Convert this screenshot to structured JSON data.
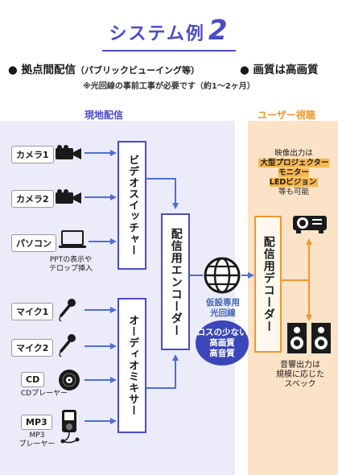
{
  "title": {
    "text": "システム例",
    "number": "2"
  },
  "bullets": [
    {
      "main": "拠点間配信",
      "paren": "（パブリックビューイング等）"
    },
    {
      "main": "画質は高画質",
      "paren": ""
    }
  ],
  "bullet_mark": "●",
  "note": "※光回線の事前工事が必要です（約1〜2ヶ月）",
  "left_section_label": "現地配信",
  "right_section_label": "ユーザー視聴",
  "sources": [
    {
      "label": "カメラ1",
      "icon": "video-camera-icon",
      "sub": ""
    },
    {
      "label": "カメラ2",
      "icon": "video-camera-icon",
      "sub": ""
    },
    {
      "label": "パソコン",
      "icon": "laptop-icon",
      "sub": "PPTの表示や\nテロップ挿入"
    },
    {
      "label": "マイク1",
      "icon": "microphone-icon",
      "sub": ""
    },
    {
      "label": "マイク2",
      "icon": "microphone-icon",
      "sub": ""
    },
    {
      "label": "CD",
      "icon": "cd-icon",
      "sub": "CDプレーヤー"
    },
    {
      "label": "MP3",
      "icon": "mp3-player-icon",
      "sub": "MP3\nプレーヤー"
    }
  ],
  "video_switcher": "ビデオスイッチャー",
  "audio_mixer": "オーディオミキサー",
  "encoder": "配信用エンコーダー",
  "decoder": "配信用デコーダー",
  "line_label": "仮設専用\n光回線",
  "bubble": [
    "ロスの少ない",
    "高画質",
    "高音質"
  ],
  "video_out": {
    "line1": "映像出力は",
    "highlight": "大型プロジェクター\nモニター\nLEDビジョン",
    "line2": "等も可能"
  },
  "audio_out": "音響出力は\n規模に応じた\nスペック",
  "colors": {
    "accent": "#4b4bc9",
    "arrow": "#4b6fd8",
    "orange": "#f0982c",
    "left_bg": "#ebebfa",
    "right_bg": "#fce3c8"
  }
}
